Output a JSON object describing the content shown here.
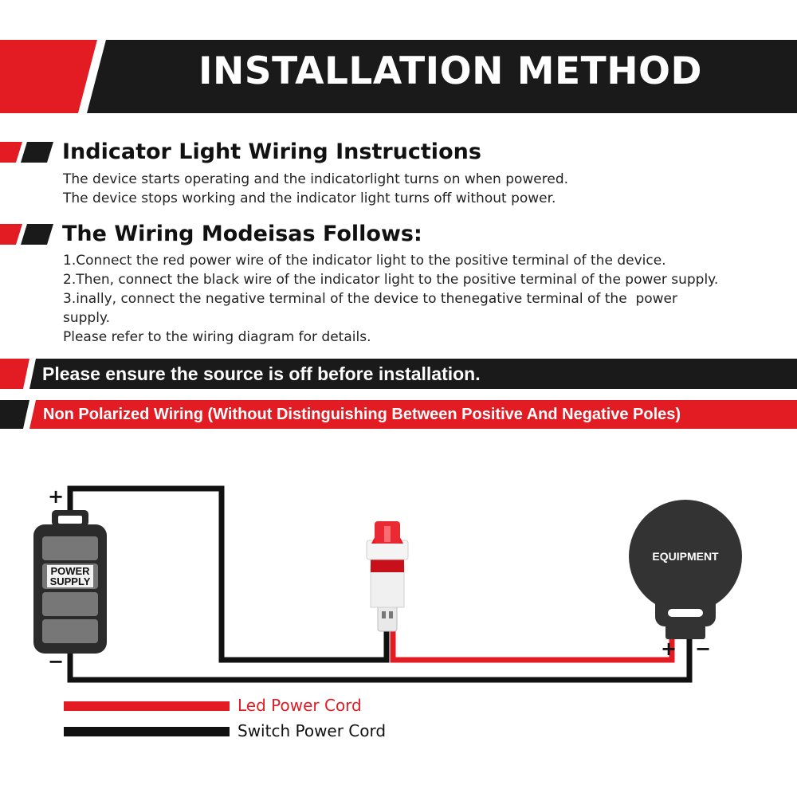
{
  "header": {
    "title": "INSTALLATION METHOD"
  },
  "sections": [
    {
      "title": "Indicator Light Wiring Instructions",
      "lines": [
        "The device starts operating and the indicatorlight turns on when powered.",
        "The device stops working and the indicator light turns off without power."
      ]
    },
    {
      "title": "The Wiring Modeisas Follows:",
      "lines": [
        "1.Connect the red power wire of the indicator light to the positive terminal of the device.",
        "2.Then, connect the black wire of the indicator light to the positive terminal of the power supply.",
        "3.inally, connect the negative terminal of the device to thenegative terminal of the  power",
        "supply.",
        "Please refer to the wiring diagram for details."
      ]
    }
  ],
  "warning_bar": {
    "text": "Please ensure the source is off before installation."
  },
  "polarity_bar": {
    "text": "Non Polarized Wiring (Without Distinguishing Between Positive And Negative Poles)"
  },
  "diagram": {
    "power_supply": {
      "label_line1": "POWER",
      "label_line2": "SUPPLY",
      "plus": "+",
      "minus": "−"
    },
    "equipment": {
      "label": "EQUIPMENT",
      "plus": "+",
      "minus": "−"
    }
  },
  "legend": [
    {
      "label": "Led Power Cord",
      "color": "#e31b23"
    },
    {
      "label": "Switch Power Cord",
      "color": "#111111"
    }
  ],
  "colors": {
    "accent_red": "#e31b23",
    "dark": "#1a1a1a"
  }
}
